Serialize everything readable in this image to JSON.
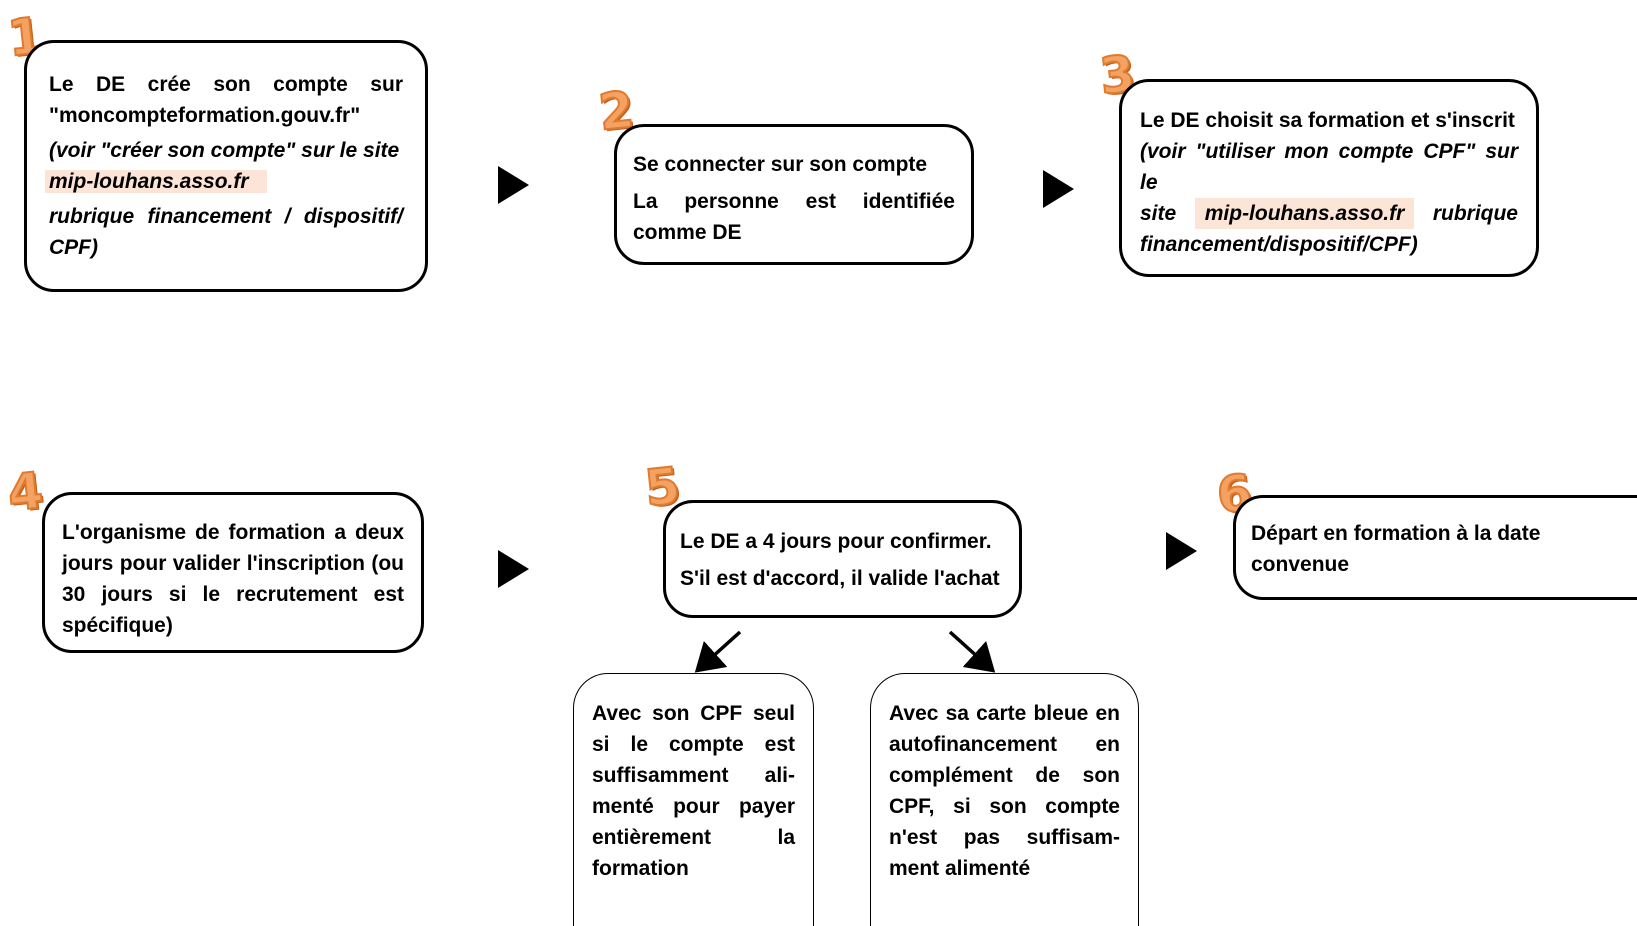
{
  "steps": {
    "s1": {
      "number": "1",
      "line1": "Le DE crée son compte sur",
      "line2": "\"moncompteformation.gouv.fr\"",
      "line3": "(voir \"créer son compte\" sur le site",
      "link": "mip-louhans.asso.fr",
      "line4": "rubrique financement / dispositif/",
      "line5": "CPF)"
    },
    "s2": {
      "number": "2",
      "line1": "Se connecter sur son compte",
      "line2": "La personne est identifiée",
      "line3": "comme DE"
    },
    "s3": {
      "number": "3",
      "line1": "Le DE choisit sa formation et s'inscrit",
      "line2": "(voir \"utiliser mon compte CPF\" sur le",
      "line3_pre": "site",
      "link": "mip-louhans.asso.fr",
      "line3_post": "rubrique",
      "line4": "financement/dispositif/CPF)"
    },
    "s4": {
      "number": "4",
      "line1": "L'organisme de formation a deux",
      "line2": "jours pour valider l'inscription (ou",
      "line3": "30 jours si le recrutement est",
      "line4": "spécifique)"
    },
    "s5": {
      "number": "5",
      "line1": "Le DE a 4 jours pour confirmer.",
      "line2": "S'il est d'accord, il valide l'achat"
    },
    "s6": {
      "number": "6",
      "line1": "Départ en formation à la date",
      "line2": "convenue"
    }
  },
  "options": {
    "a": [
      "Avec son CPF seul",
      "si le compte est",
      "suffisamment ali-",
      "menté pour payer",
      "entièrement la",
      "formation"
    ],
    "b": [
      "Avec sa carte bleue en",
      "autofinancement en",
      "complément de son",
      "CPF, si son compte",
      "n'est pas suffisam-",
      "ment alimenté"
    ]
  },
  "colors": {
    "number_fill": "#f4a261",
    "number_stroke": "#e07a2e",
    "link_highlight": "#fce4d6"
  }
}
